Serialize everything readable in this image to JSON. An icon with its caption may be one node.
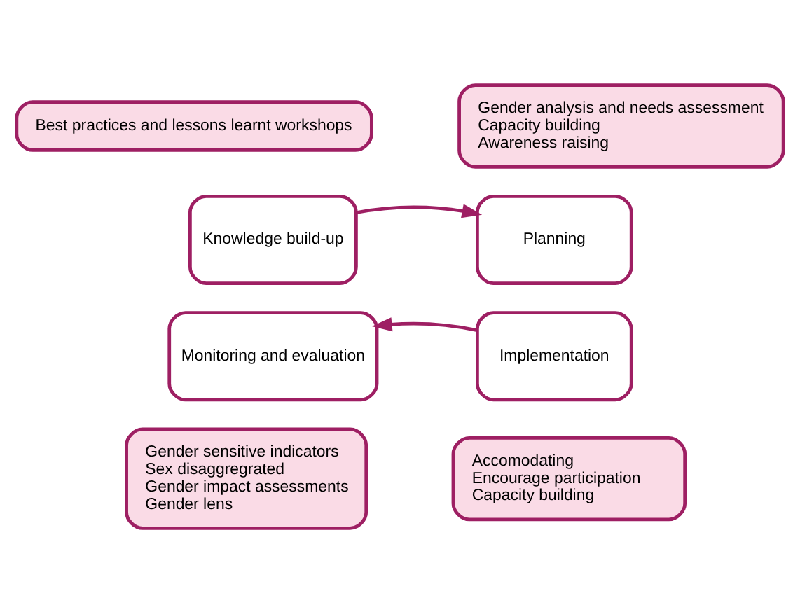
{
  "diagram": {
    "nodes": [
      {
        "text": [
          "Best practices and lessons learnt workshops"
        ]
      },
      {
        "text": [
          "Gender analysis and needs assessment",
          "Capacity building",
          "Awareness raising"
        ]
      },
      {
        "text": [
          "Knowledge build-up"
        ]
      },
      {
        "text": [
          "Planning"
        ]
      },
      {
        "text": [
          "Monitoring and evaluation"
        ]
      },
      {
        "text": [
          "Implementation"
        ]
      },
      {
        "text": [
          "Gender sensitive indicators",
          "Sex disaggregrated",
          "Gender impact assessments",
          "Gender lens"
        ]
      },
      {
        "text": [
          "Accomodating",
          "Encourage participation",
          "Capacity building"
        ]
      }
    ],
    "edges": [
      {
        "from": 2,
        "to": 3,
        "arrow": "to"
      },
      {
        "from": 5,
        "to": 4,
        "arrow": "to"
      }
    ]
  }
}
